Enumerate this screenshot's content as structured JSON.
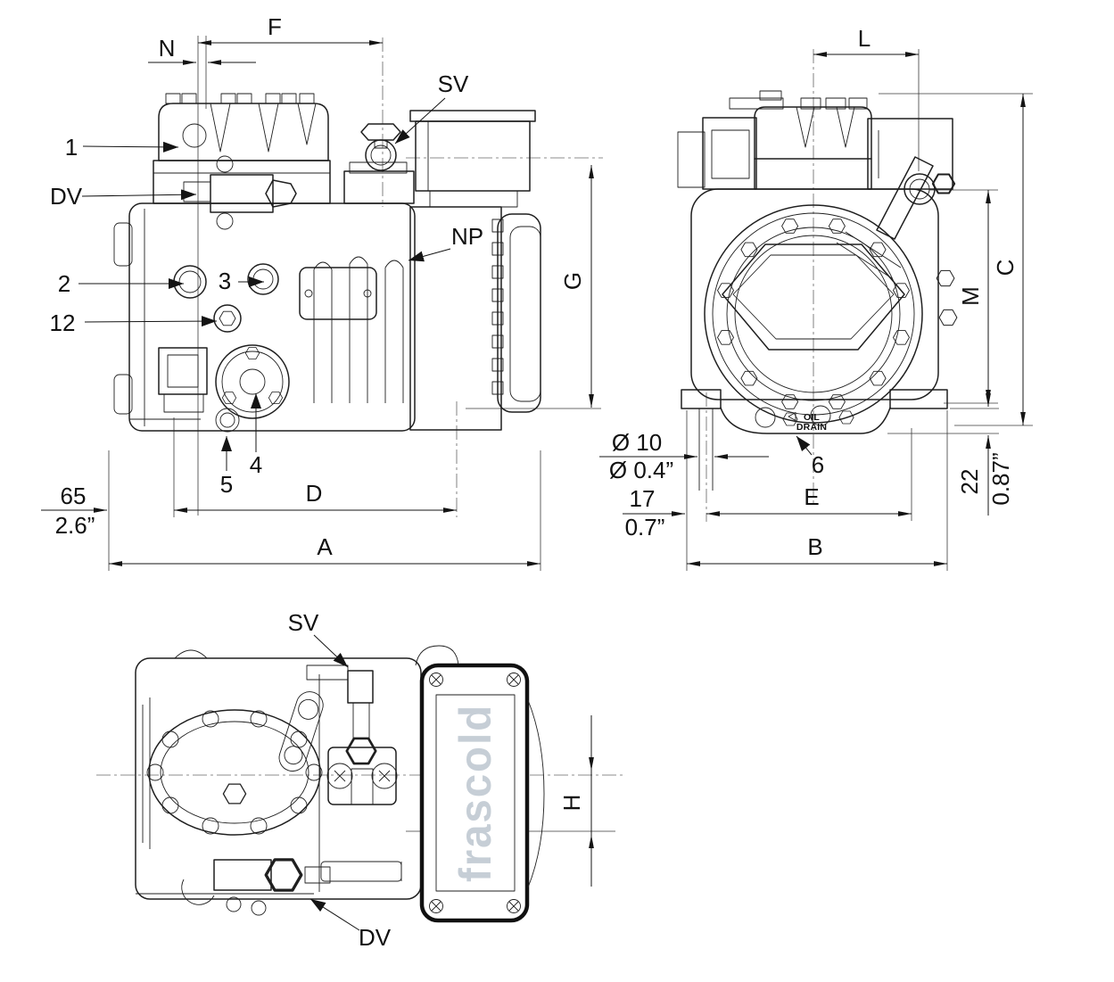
{
  "front": {
    "F": "F",
    "N": "N",
    "SV": "SV",
    "DV": "DV",
    "NP": "NP",
    "n1": "1",
    "n2": "2",
    "n3": "3",
    "n12": "12",
    "n4": "4",
    "n5": "5",
    "G": "G",
    "mm65": "65",
    "in65": "2.6”",
    "D": "D",
    "A": "A"
  },
  "side": {
    "L": "L",
    "C": "C",
    "M": "M",
    "mm10": "Ø 10",
    "in10": "Ø 0.4”",
    "n6": "6",
    "oil_line1": "OIL",
    "oil_line2": "DRAIN",
    "mm17": "17",
    "in17": "0.7”",
    "E": "E",
    "B": "B",
    "mm22": "22",
    "in22": "0.87”"
  },
  "top": {
    "SV": "SV",
    "DV": "DV",
    "H": "H",
    "logo": "frascold"
  },
  "colors": {
    "line": "#1f1f1f",
    "dim": "#141414",
    "centerline": "#8c8c8c",
    "logo": "#c6ced6",
    "background": "#ffffff"
  }
}
